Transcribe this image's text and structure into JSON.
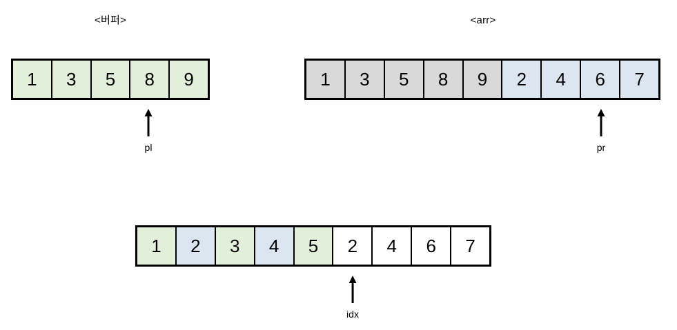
{
  "diagram": {
    "title_buffer": "<버퍼>",
    "title_arr": "<arr>",
    "colors": {
      "green": "#e2efda",
      "blue": "#dce6f1",
      "gray": "#d9d9d9",
      "white": "#ffffff",
      "border": "#000000",
      "text": "#000000",
      "background": "#ffffff"
    },
    "arrays": [
      {
        "id": "buffer",
        "label": "<버퍼>",
        "cells": [
          {
            "value": "1",
            "fill": "green"
          },
          {
            "value": "3",
            "fill": "green"
          },
          {
            "value": "5",
            "fill": "green"
          },
          {
            "value": "8",
            "fill": "green"
          },
          {
            "value": "9",
            "fill": "green"
          }
        ],
        "pointer": {
          "name": "pl",
          "index": 3
        }
      },
      {
        "id": "arr",
        "label": "<arr>",
        "cells": [
          {
            "value": "1",
            "fill": "gray"
          },
          {
            "value": "3",
            "fill": "gray"
          },
          {
            "value": "5",
            "fill": "gray"
          },
          {
            "value": "8",
            "fill": "gray"
          },
          {
            "value": "9",
            "fill": "gray"
          },
          {
            "value": "2",
            "fill": "blue"
          },
          {
            "value": "4",
            "fill": "blue"
          },
          {
            "value": "6",
            "fill": "blue"
          },
          {
            "value": "7",
            "fill": "blue"
          }
        ],
        "pointer": {
          "name": "pr",
          "index": 7
        }
      },
      {
        "id": "result",
        "label": "",
        "cells": [
          {
            "value": "1",
            "fill": "green"
          },
          {
            "value": "2",
            "fill": "blue"
          },
          {
            "value": "3",
            "fill": "green"
          },
          {
            "value": "4",
            "fill": "blue"
          },
          {
            "value": "5",
            "fill": "green"
          },
          {
            "value": "2",
            "fill": "white"
          },
          {
            "value": "4",
            "fill": "white"
          },
          {
            "value": "6",
            "fill": "white"
          },
          {
            "value": "7",
            "fill": "white"
          }
        ],
        "pointer": {
          "name": "idx",
          "index": 5
        }
      }
    ],
    "pointers": [
      {
        "name": "pl",
        "array": "buffer",
        "index": 3,
        "value": "8"
      },
      {
        "name": "pr",
        "array": "arr",
        "index": 7,
        "value": "6"
      },
      {
        "name": "idx",
        "array": "result",
        "index": 5,
        "value": "2"
      }
    ]
  }
}
